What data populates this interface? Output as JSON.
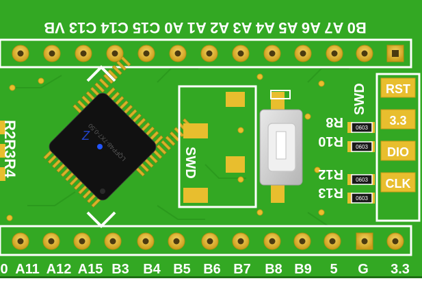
{
  "board": {
    "top_row_label": "B0 A7 A6 A5 A4 A3 A2 A1 A0 C15 C14 C13 VB",
    "top_row_labels": [
      "B0",
      "A7",
      "A6",
      "A5",
      "A4",
      "A3",
      "A2",
      "A1",
      "A0",
      "C15",
      "C14",
      "C13",
      "VB"
    ],
    "bottom_row_labels": [
      "0",
      "A11",
      "A12",
      "A15",
      "B3",
      "B4",
      "B5",
      "B6",
      "B7",
      "B8",
      "B9",
      "5",
      "G",
      "3.3"
    ],
    "chip": {
      "package_text": "LQFP48-7X7-0.50",
      "pin1_mark": "Z"
    },
    "left_resistors": [
      "R2",
      "R3",
      "R4"
    ],
    "right_resistors": [
      {
        "name": "R8",
        "value": "0603"
      },
      {
        "name": "R10",
        "value": "0603"
      },
      {
        "name": "R12",
        "value": "0603"
      },
      {
        "name": "R13",
        "value": "0603"
      }
    ],
    "swd_header": {
      "title": "SWD",
      "pins": [
        "RST",
        "3.3",
        "DIO",
        "CLK"
      ]
    },
    "swd_box_label": "SWD"
  },
  "colors": {
    "pcb_green": "#33a823",
    "pcb_dark": "#248a18",
    "gold": "#e8be2e",
    "silk": "#ffffff",
    "chip": "#111111"
  }
}
